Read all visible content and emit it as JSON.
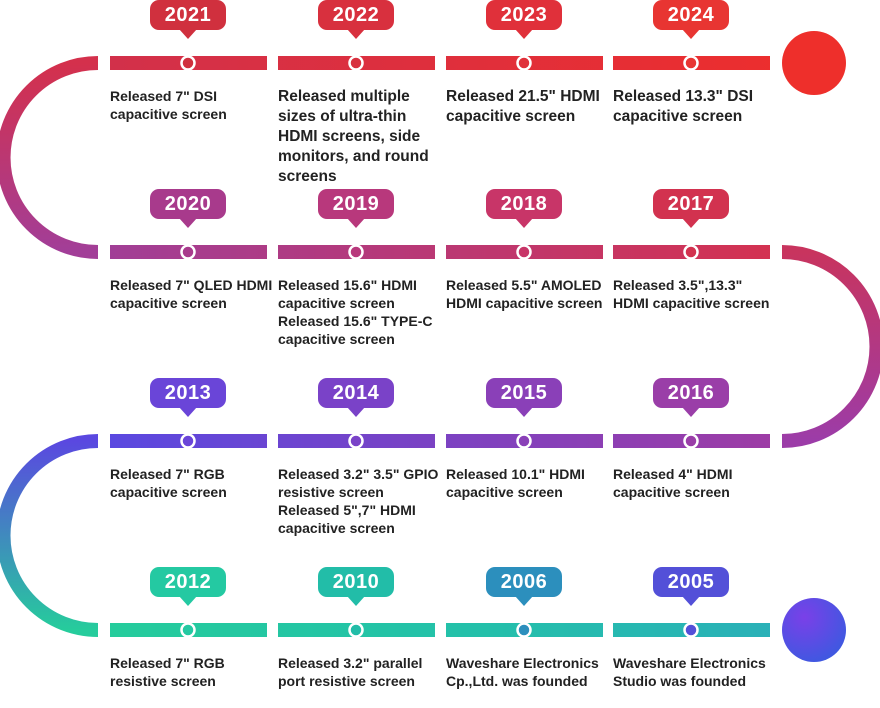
{
  "colors": {
    "row1": "#e02e3c",
    "row2": "#a53c93",
    "row3": "#6a45d8",
    "row4": "#26c9a0",
    "end_red": "#ef2e2a",
    "end_blue": "#5b4fe0"
  },
  "rows": [
    {
      "milestones": [
        {
          "year": "2021",
          "text": "Released 7\" DSI capacitive screen",
          "badge": "#d0303e"
        },
        {
          "year": "2022",
          "text": "Released multiple sizes of ultra-thin HDMI screens, side monitors, and round screens",
          "badge": "#d8303e"
        },
        {
          "year": "2023",
          "text": "Released 21.5\" HDMI capacitive screen",
          "badge": "#e0303a"
        },
        {
          "year": "2024",
          "text": "Released 13.3\" DSI capacitive screen",
          "badge": "#e83532"
        }
      ]
    },
    {
      "milestones": [
        {
          "year": "2020",
          "text": "Released 7\" QLED HDMI capacitive screen",
          "badge": "#a83a8c"
        },
        {
          "year": "2019",
          "text": "Released 15.6\" HDMI capacitive screen Released 15.6\" TYPE-C capacitive screen",
          "badge": "#b8387c"
        },
        {
          "year": "2018",
          "text": "Released 5.5\" AMOLED HDMI capacitive screen",
          "badge": "#c83568"
        },
        {
          "year": "2017",
          "text": "Released 3.5\",13.3\" HDMI capacitive screen",
          "badge": "#d2324f"
        }
      ]
    },
    {
      "milestones": [
        {
          "year": "2013",
          "text": "Released 7\" RGB capacitive screen",
          "badge": "#6a45d8"
        },
        {
          "year": "2014",
          "text": "Released 3.2\" 3.5\" GPIO resistive screen Released 5\",7\" HDMI capacitive screen",
          "badge": "#7a42c8"
        },
        {
          "year": "2015",
          "text": "Released 10.1\" HDMI capacitive screen",
          "badge": "#8a40b8"
        },
        {
          "year": "2016",
          "text": "Released 4\" HDMI capacitive screen",
          "badge": "#9a3ea8"
        }
      ]
    },
    {
      "milestones": [
        {
          "year": "2012",
          "text": "Released 7\" RGB resistive screen",
          "badge": "#24c9a2"
        },
        {
          "year": "2010",
          "text": "Released 3.2\" parallel port resistive screen",
          "badge": "#22bda8"
        },
        {
          "year": "2006",
          "text": "Waveshare Electronics Cp.,Ltd. was founded",
          "badge": "#2c8fbd"
        },
        {
          "year": "2005",
          "text": "Waveshare Electronics Studio was founded",
          "badge": "#5350d8"
        }
      ]
    }
  ]
}
